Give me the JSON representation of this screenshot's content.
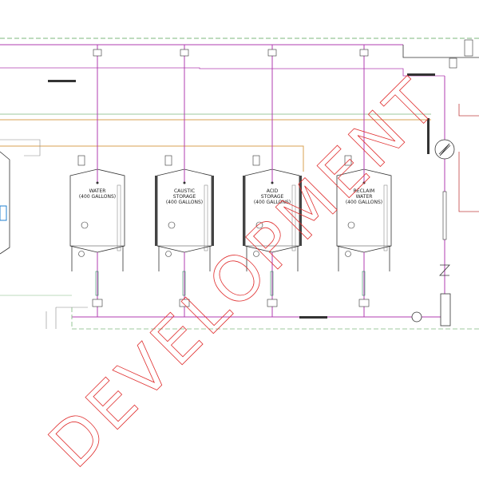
{
  "tanks": [
    {
      "line1": "WATER",
      "line2": "(400 GALLONS)",
      "line3": "",
      "jacketed": false
    },
    {
      "line1": "CAUSTIC",
      "line2": "STORAGE",
      "line3": "(400 GALLONS)",
      "jacketed": true
    },
    {
      "line1": "ACID",
      "line2": "STORAGE",
      "line3": "(400 GALLONS)",
      "jacketed": true
    },
    {
      "line1": "RECLAIM",
      "line2": "WATER",
      "line3": "(400 GALLONS)",
      "jacketed": false
    }
  ],
  "watermark": "DEVELOPMENT",
  "colors": {
    "process": "#b03cb0",
    "utility": "#d8a050",
    "drain": "#7cb87c",
    "return": "#c04040",
    "watermark": "#e03030"
  }
}
